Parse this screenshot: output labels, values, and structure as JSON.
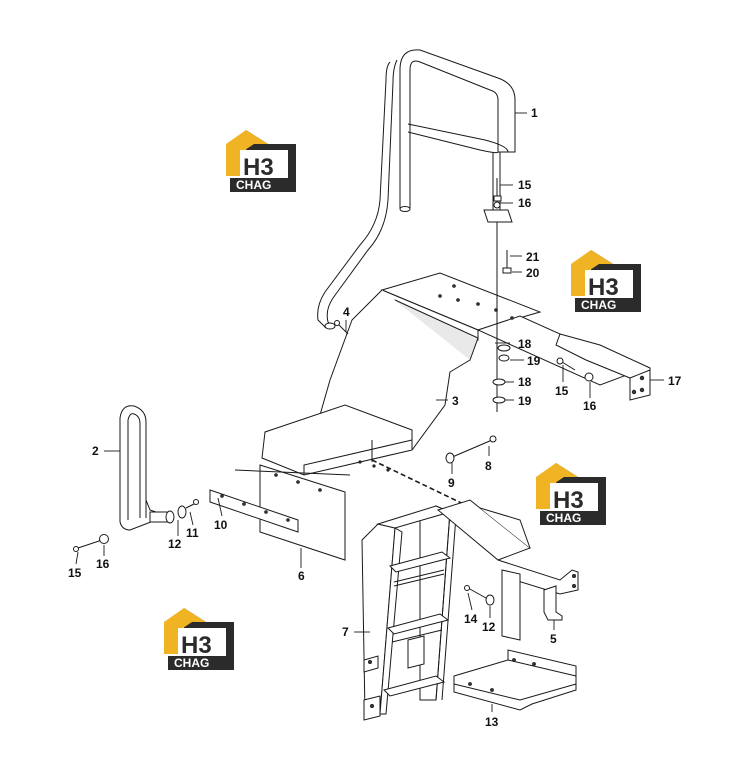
{
  "logo": {
    "letters": "H3",
    "caption": "CHAG",
    "colors": {
      "gold": "#f0b323",
      "dark": "#2b2b2b",
      "white": "#ffffff"
    }
  },
  "callouts": [
    "1",
    "2",
    "3",
    "4",
    "5",
    "6",
    "7",
    "8",
    "9",
    "10",
    "11",
    "12",
    "12",
    "13",
    "14",
    "15",
    "15",
    "16",
    "16",
    "16",
    "17",
    "18",
    "18",
    "19",
    "19",
    "20",
    "21"
  ],
  "colors": {
    "line": "#1a1a1a",
    "background": "#ffffff"
  }
}
